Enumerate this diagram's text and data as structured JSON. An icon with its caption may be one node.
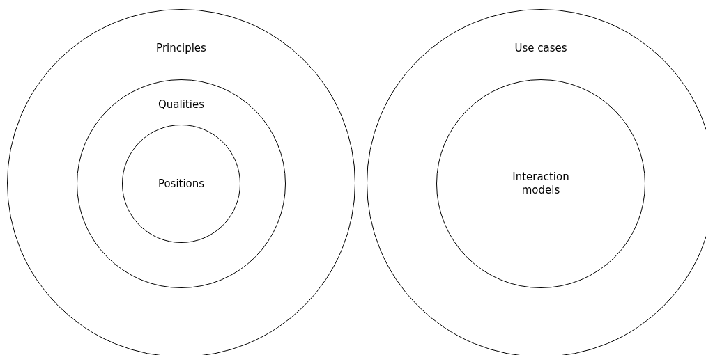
{
  "diagram": {
    "nodes": [
      {
        "text": [
          "Principles"
        ]
      },
      {
        "text": [
          "Qualities"
        ],
        "in": 0
      },
      {
        "text": [
          "Positions"
        ],
        "in": 1
      },
      {
        "text": [
          "Use cases"
        ]
      },
      {
        "text": [
          "Interaction models"
        ],
        "in": 3
      }
    ]
  }
}
